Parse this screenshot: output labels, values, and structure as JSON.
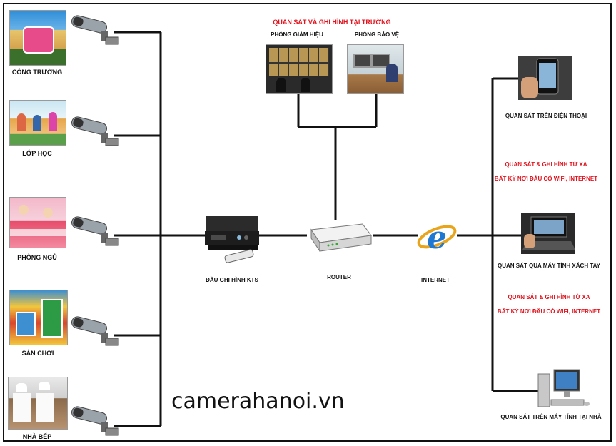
{
  "locations": [
    {
      "label": "CÔNG TRƯỜNG",
      "colors": [
        "#2f8fd8",
        "#e7c56b",
        "#3a6f2c"
      ]
    },
    {
      "label": "LỚP HỌC",
      "colors": [
        "#c9e6f3",
        "#e6a64a",
        "#5aa04a"
      ]
    },
    {
      "label": "PHÒNG NGỦ",
      "colors": [
        "#f3b8c9",
        "#e64c6a",
        "#ffffff"
      ]
    },
    {
      "label": "SÂN CHƠI",
      "colors": [
        "#f2c63c",
        "#d8452c",
        "#3d8fd1"
      ]
    },
    {
      "label": "NHÀ BẾP",
      "colors": [
        "#e9e9e9",
        "#8a6a4a",
        "#ffffff"
      ]
    }
  ],
  "center": {
    "heading": "QUAN SÁT VÀ GHI HÌNH TẠI TRƯỜNG",
    "principal_room": "PHÒNG GIÁM HIỆU",
    "security_room": "PHÒNG BẢO VỆ",
    "dvr": "ĐẦU GHI HÌNH KTS",
    "router": "ROUTER",
    "internet": "INTERNET"
  },
  "remote": {
    "phone": "QUAN SÁT TRÊN ĐIỆN THOẠI",
    "note1_line1": "QUAN SÁT & GHI HÌNH TỪ XA",
    "note1_line2": "BẤT KỲ NƠI ĐÂU CÓ WIFI, INTERNET",
    "laptop": "QUAN SÁT QUA MÁY TÍNH XÁCH TAY",
    "note2_line1": "QUAN SÁT & GHI HÌNH TỪ XA",
    "note2_line2": "BẤT KỲ NƠI ĐÂU CÓ WIFI, INTERNET",
    "desktop": "QUAN SÁT TRÊN MÁY TÍNH TẠI NHÀ"
  },
  "watermark": "camerahanoi.vn",
  "colors": {
    "line": "#111111",
    "accent": "#e0141e"
  }
}
